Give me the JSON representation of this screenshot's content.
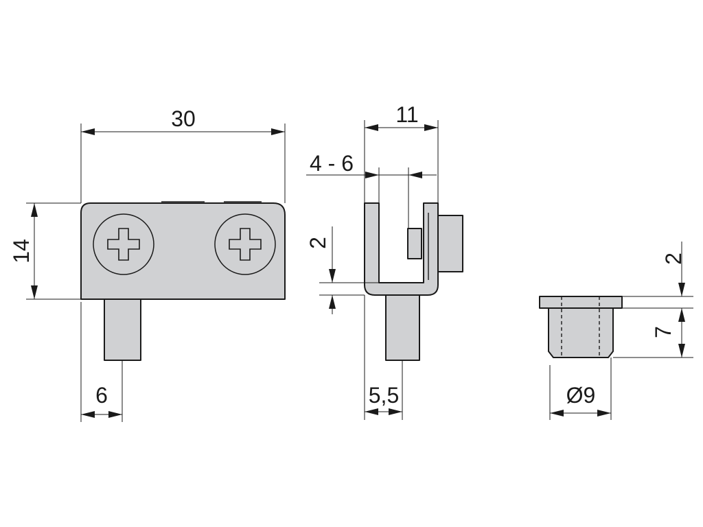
{
  "dimensions": {
    "width_30": "30",
    "height_14": "14",
    "pin_6": "6",
    "depth_11": "11",
    "range_4_6": "4 - 6",
    "gap_2": "2",
    "pin_5_5": "5,5",
    "flange_2": "2",
    "sleeve_7": "7",
    "diameter_9": "Ø9"
  }
}
